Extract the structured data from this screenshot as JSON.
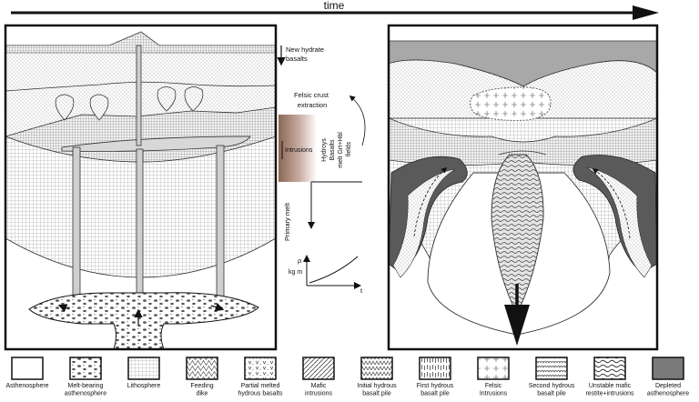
{
  "time_label": "time",
  "middle": {
    "new_hydrate_basalts": [
      "New hydrate",
      "basalts"
    ],
    "felsic_crust_extraction": [
      "Felsic crust",
      "extraction"
    ],
    "intrusions": "Intrusions",
    "hydroys_fields": [
      "Hydroys",
      "Basalts",
      "melt Grt+Hbl",
      "fields"
    ],
    "primary_melt": "Primary melt",
    "rho": "ρ",
    "rho_unit": "kg m",
    "t": "t"
  },
  "legend": [
    {
      "label": [
        "Asthenosphere"
      ],
      "pattern": "plain"
    },
    {
      "label": [
        "Melt-bearing",
        "asthenosphere"
      ],
      "pattern": "blobs"
    },
    {
      "label": [
        "Lithosphere"
      ],
      "pattern": "grid"
    },
    {
      "label": [
        "Feeding",
        "dike"
      ],
      "pattern": "zigzag"
    },
    {
      "label": [
        "Partial melted",
        "hydrous basalts"
      ],
      "pattern": "vees"
    },
    {
      "label": [
        "Mafic",
        "intrusions"
      ],
      "pattern": "diagonal"
    },
    {
      "label": [
        "Initial hydrous",
        "basalt pile"
      ],
      "pattern": "teeth"
    },
    {
      "label": [
        "First hydrous",
        "basalt pile"
      ],
      "pattern": "vbars"
    },
    {
      "label": [
        "Felsic",
        "Intrusions"
      ],
      "pattern": "cross"
    },
    {
      "label": [
        "Second hydrous",
        "basalt pile"
      ],
      "pattern": "scallop"
    },
    {
      "label": [
        "Unstable mafic",
        "restite+intrusions"
      ],
      "pattern": "waves"
    },
    {
      "label": [
        "Depleted",
        "asthenosphere"
      ],
      "pattern": "dark"
    }
  ]
}
